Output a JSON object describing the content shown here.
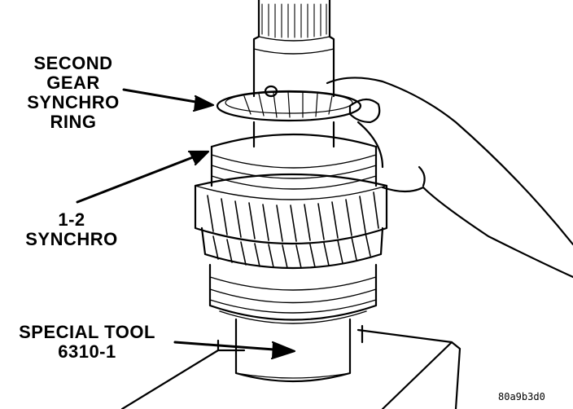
{
  "labels": {
    "synchro_ring": [
      "SECOND",
      "GEAR",
      "SYNCHRO",
      "RING"
    ],
    "synchro": [
      "1-2",
      "SYNCHRO"
    ],
    "special_tool": [
      "SPECIAL TOOL",
      "6310-1"
    ]
  },
  "figure_code": "80a9b3d0",
  "colors": {
    "ink": "#000000",
    "paper": "#ffffff"
  }
}
